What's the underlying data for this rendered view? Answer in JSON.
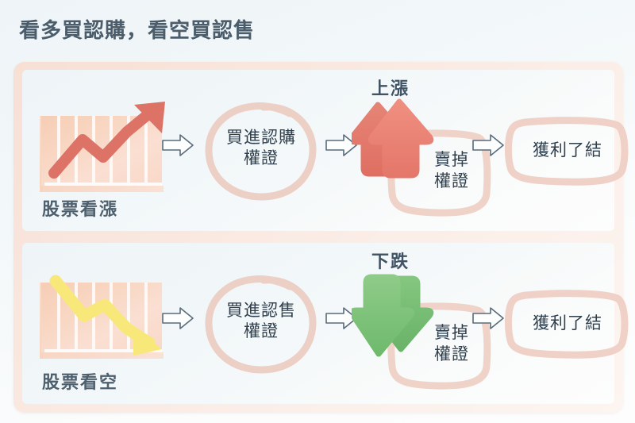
{
  "page": {
    "title": "看多買認購，看空買認售",
    "background_colors": {
      "page_gradient_start": "#eef4f7",
      "page_gradient_end": "#fdfdfd",
      "frame": "#f7dfd4",
      "panel": "#eef4f7",
      "title_text": "#4b5d6b",
      "node_text": "#2f3f4d",
      "hand_drawn_outline": "#efcfc5",
      "bar_chart_fill": "#f7d3bd",
      "up_arrow": "#e4776a",
      "down_arrow": "#7cc17a",
      "chart_line_up": "#dd7267",
      "chart_line_down": "#f8e87a",
      "connector_outline": "#5a6b7a"
    }
  },
  "rows": [
    {
      "id": "bullish-row",
      "chart": {
        "label": "股票看漲",
        "trend": "up",
        "line_color": "#dd7267"
      },
      "connector_1": "arrow-right",
      "node_circle": {
        "line1": "買進認購",
        "line2": "權證"
      },
      "connector_2": "arrow-right",
      "direction": {
        "label": "上漲",
        "icon": "double-up-arrow-icon",
        "color": "#e4776a"
      },
      "node_box": {
        "line1": "賣掉",
        "line2": "權證"
      },
      "connector_3": "arrow-right",
      "node_result": {
        "text": "獲利了結"
      }
    },
    {
      "id": "bearish-row",
      "chart": {
        "label": "股票看空",
        "trend": "down",
        "line_color": "#f8e87a"
      },
      "connector_1": "arrow-right",
      "node_circle": {
        "line1": "買進認售",
        "line2": "權證"
      },
      "connector_2": "arrow-right",
      "direction": {
        "label": "下跌",
        "icon": "double-down-arrow-icon",
        "color": "#7cc17a"
      },
      "node_box": {
        "line1": "賣掉",
        "line2": "權證"
      },
      "connector_3": "arrow-right",
      "node_result": {
        "text": "獲利了結"
      }
    }
  ]
}
